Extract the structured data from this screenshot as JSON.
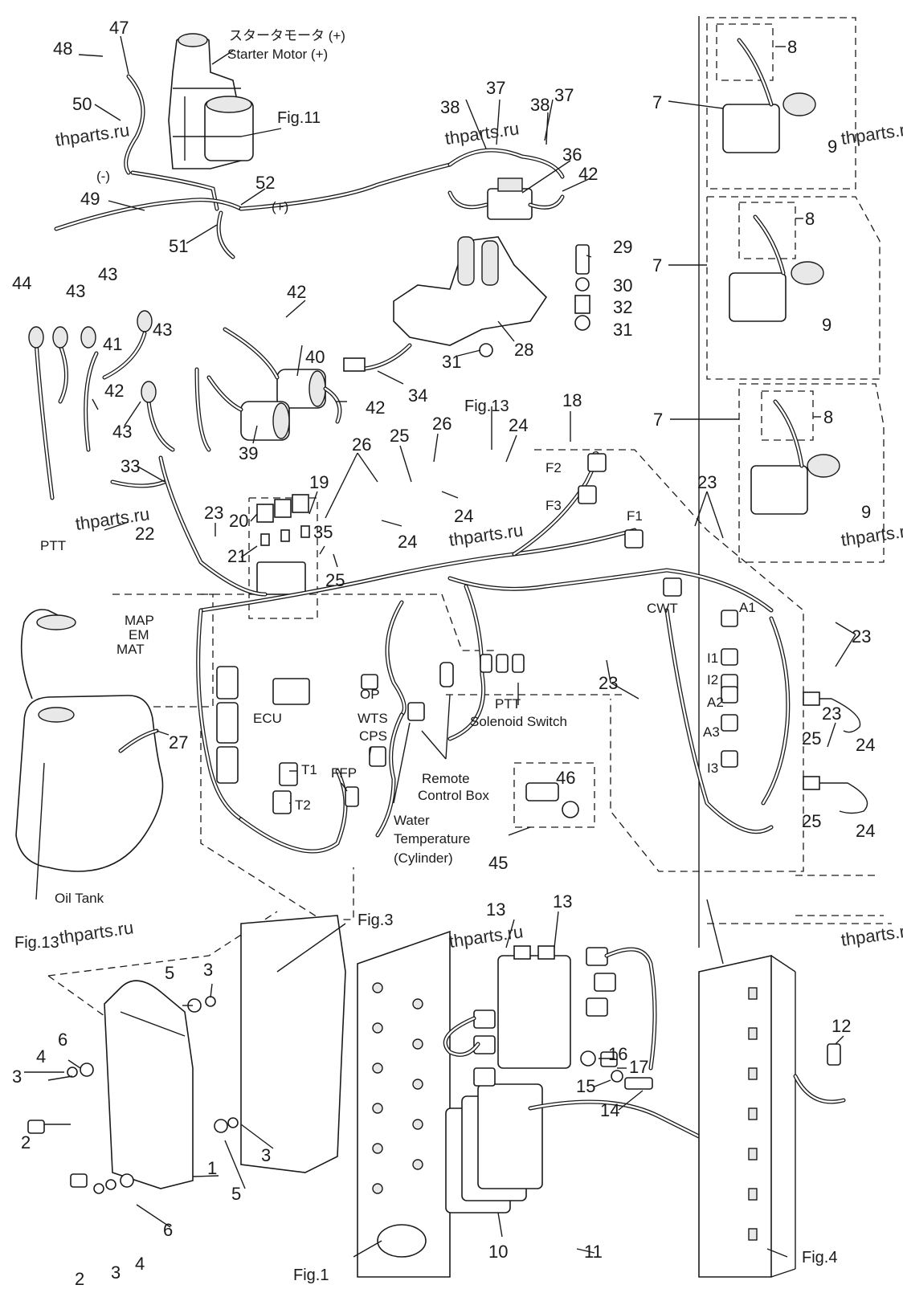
{
  "watermark": "thparts.ru",
  "texts": {
    "starter_jp": "スタータモータ (+)",
    "starter_en": "Starter Motor (+)",
    "minus": "(-)",
    "plus": "(+)",
    "ptt": "PTT",
    "map": "MAP",
    "em": "EM",
    "mat": "MAT",
    "ecu": "ECU",
    "t1": "T1",
    "t2": "T2",
    "ffp": "FFP",
    "cps": "CPS",
    "op": "OP",
    "wts": "WTS",
    "cwt": "CWT",
    "f1": "F1",
    "f2": "F2",
    "f3": "F3",
    "a1": "A1",
    "a2": "A2",
    "a3": "A3",
    "i1": "I1",
    "i2": "I2",
    "i3": "I3",
    "ptt_solenoid_1": "PTT",
    "ptt_solenoid_2": "Solenoid Switch",
    "remote_1": "Remote",
    "remote_2": "Control Box",
    "water_1": "Water",
    "water_2": "Temperature",
    "water_3": "(Cylinder)",
    "oil_tank": "Oil Tank"
  },
  "figure_refs": {
    "fig11": "Fig.11",
    "fig13_top": "Fig.13",
    "fig13_left": "Fig.13",
    "fig3": "Fig.3",
    "fig1": "Fig.1",
    "fig4": "Fig.4"
  },
  "callouts": [
    "1",
    "2",
    "3",
    "4",
    "5",
    "6",
    "7",
    "8",
    "9",
    "10",
    "11",
    "12",
    "13",
    "14",
    "15",
    "16",
    "17",
    "18",
    "19",
    "20",
    "21",
    "22",
    "23",
    "24",
    "25",
    "26",
    "27",
    "28",
    "29",
    "30",
    "31",
    "32",
    "33",
    "34",
    "35",
    "36",
    "37",
    "38",
    "39",
    "40",
    "41",
    "42",
    "43",
    "44",
    "45",
    "46",
    "47",
    "48",
    "49",
    "50",
    "51",
    "52"
  ]
}
